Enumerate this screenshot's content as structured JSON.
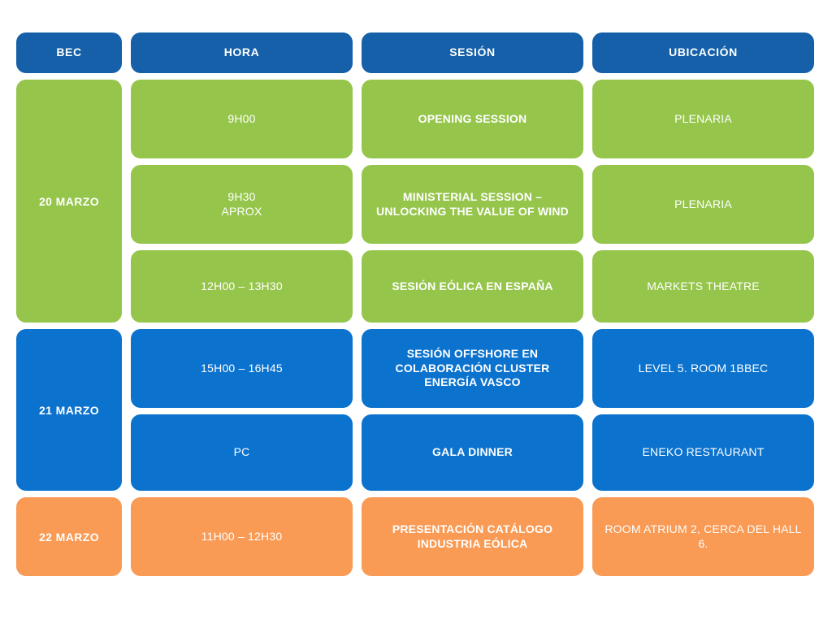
{
  "table": {
    "headers": [
      {
        "label": "BEC"
      },
      {
        "label": "HORA"
      },
      {
        "label": "SESIÓN"
      },
      {
        "label": "UBICACIÓN"
      }
    ],
    "colors": {
      "header_blue": "#1560A8",
      "green": "#96C54C",
      "blue": "#0B72CE",
      "orange": "#F99A55",
      "text": "#FFFFFF",
      "background": "#FFFFFF"
    },
    "days": [
      {
        "date": "20 MARZO",
        "color": "#96C54C",
        "rows": [
          {
            "time": "9H00",
            "session": "OPENING SESSION",
            "location": "PLENARIA"
          },
          {
            "time": "9H30\nAPROX",
            "session": "MINISTERIAL SESSION – UNLOCKING THE VALUE OF WIND",
            "location": "PLENARIA"
          },
          {
            "time": "12H00 – 13H30",
            "session": "SESIÓN EÓLICA EN ESPAÑA",
            "location": "MARKETS THEATRE"
          }
        ]
      },
      {
        "date": "21 MARZO",
        "color": "#0B72CE",
        "rows": [
          {
            "time": "15H00 – 16H45",
            "session": "SESIÓN OFFSHORE EN COLABORACIÓN CLUSTER ENERGÍA VASCO",
            "location": "LEVEL 5. ROOM 1BBEC"
          },
          {
            "time": "PC",
            "session": "GALA DINNER",
            "location": "ENEKO RESTAURANT"
          }
        ]
      },
      {
        "date": "22 MARZO",
        "color": "#F99A55",
        "rows": [
          {
            "time": "11H00 – 12H30",
            "session": "PRESENTACIÓN CATÁLOGO INDUSTRIA EÓLICA",
            "location": "ROOM ATRIUM 2, CERCA DEL HALL 6."
          }
        ]
      }
    ]
  }
}
